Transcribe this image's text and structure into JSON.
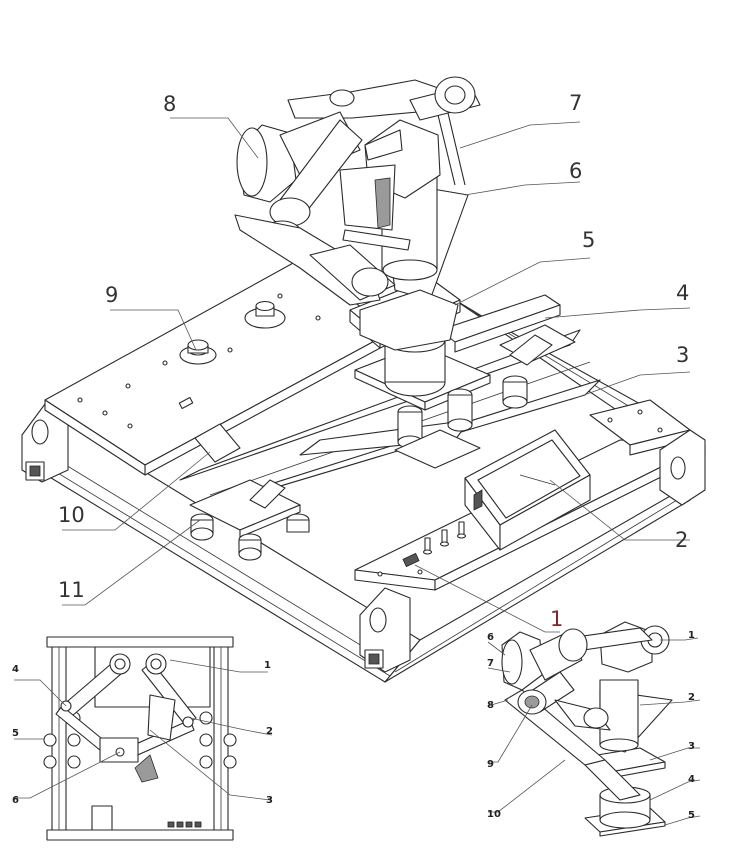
{
  "main_view": {
    "labels": [
      "1",
      "2",
      "3",
      "4",
      "5",
      "6",
      "7",
      "8",
      "9",
      "10",
      "11"
    ]
  },
  "top_view": {
    "labels": [
      "1",
      "2",
      "3",
      "4",
      "5",
      "6"
    ]
  },
  "manipulator_view": {
    "labels": [
      "1",
      "2",
      "3",
      "4",
      "5",
      "6",
      "7",
      "8",
      "9",
      "10"
    ]
  }
}
